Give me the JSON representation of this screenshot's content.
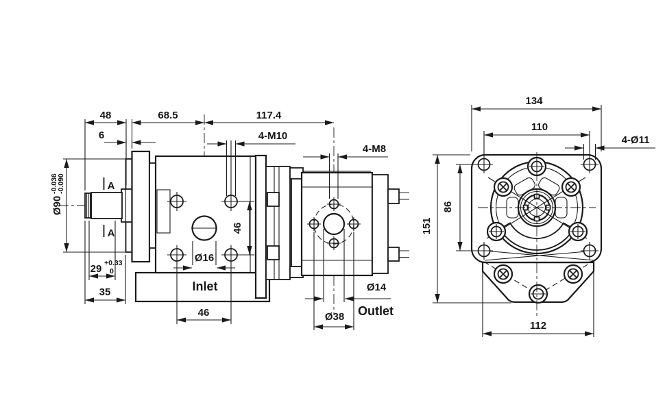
{
  "drawing": {
    "background_color": "#ffffff",
    "line_color": "#1a1a1a",
    "side_view": {
      "dim_48": "48",
      "dim_6": "6",
      "dim_68_5": "68.5",
      "dim_117_4": "117.4",
      "thread_callout_front": "4-M10",
      "thread_callout_rear": "4-M8",
      "pilot_dia": "Ø90",
      "pilot_tol_upper": "-0.036",
      "pilot_tol_lower": "-0.090",
      "datum_label": "A",
      "dim_29": "29",
      "dim_29_tol_upper": "+0.33",
      "dim_29_tol_lower": "0",
      "dim_35": "35",
      "dim_46_vertical": "46",
      "dim_46_horizontal": "46",
      "inlet_port_dia": "Ø16",
      "inlet_label": "Inlet",
      "outlet_port_dia": "Ø14",
      "outlet_bolt_circle_dia": "Ø38",
      "outlet_label": "Outlet"
    },
    "front_view": {
      "dim_134": "134",
      "dim_110": "110",
      "hole_callout": "4-Ø11",
      "dim_86": "86",
      "dim_151": "151",
      "dim_112": "112"
    }
  }
}
